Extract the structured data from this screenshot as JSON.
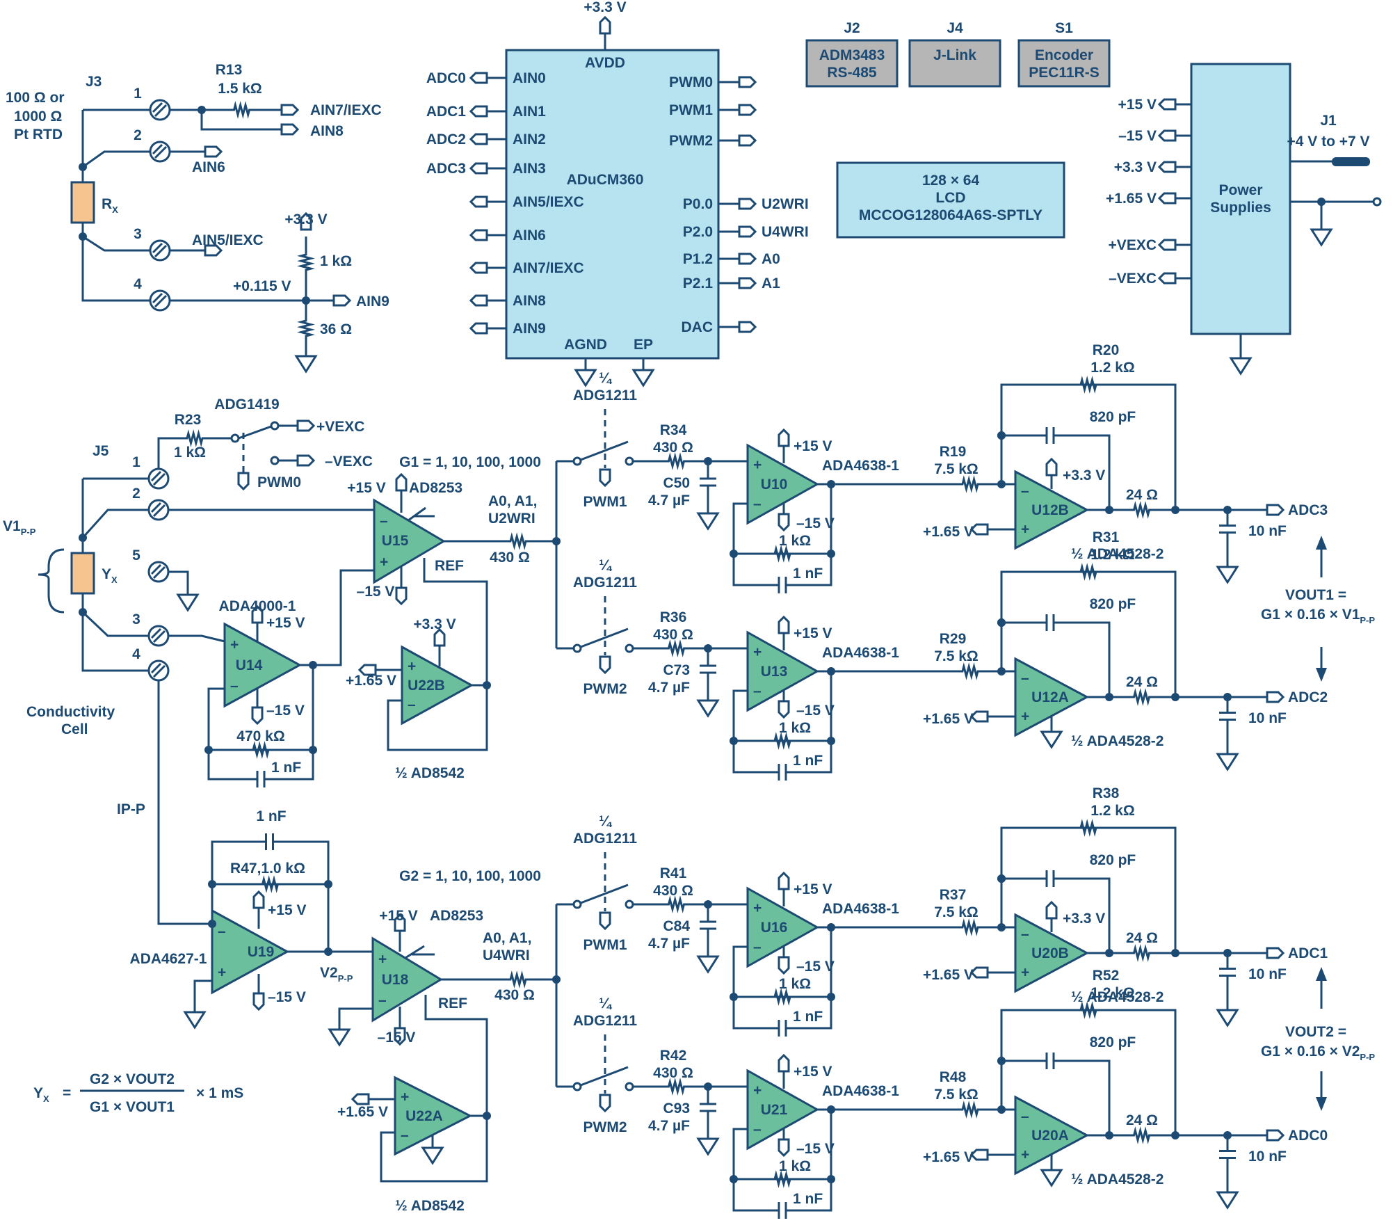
{
  "colors": {
    "wire": "#1c4a73",
    "block": "#b6e3ef",
    "opamp": "#6cbf9c",
    "sensor": "#f5c48f",
    "connector": "#b6b6b6"
  },
  "mcu": {
    "name": "ADuCM360",
    "avdd": "AVDD",
    "supply": "+3.3 V",
    "left_pins": [
      "AIN0",
      "AIN1",
      "AIN2",
      "AIN3",
      "AIN5/IEXC",
      "AIN6",
      "AIN7/IEXC",
      "AIN8",
      "AIN9"
    ],
    "left_nets": [
      "ADC0",
      "ADC1",
      "ADC2",
      "ADC3"
    ],
    "right_pins": [
      "PWM0",
      "PWM1",
      "PWM2",
      "P0.0",
      "P2.0",
      "P1.2",
      "P2.1",
      "DAC"
    ],
    "right_nets": [
      "U2WRI",
      "U4WRI",
      "A0",
      "A1"
    ],
    "bottom_pins": [
      "AGND",
      "EP"
    ]
  },
  "connectors": [
    {
      "ref": "J2",
      "line1": "ADM3483",
      "line2": "RS-485"
    },
    {
      "ref": "J4",
      "line1": "J-Link",
      "line2": ""
    },
    {
      "ref": "S1",
      "line1": "Encoder",
      "line2": "PEC11R-S"
    }
  ],
  "lcd": {
    "line1": "128 × 64",
    "line2": "LCD",
    "line3": "MCCOG128064A6S-SPTLY"
  },
  "power": {
    "title1": "Power",
    "title2": "Supplies",
    "rails": [
      "+15 V",
      "–15 V",
      "+3.3 V",
      "+1.65 V",
      "+VEXC",
      "–VEXC"
    ],
    "input_ref": "J1",
    "input_range": "+4 V to +7 V"
  },
  "rtd": {
    "connector": "J3",
    "sensor_line1": "100 Ω or",
    "sensor_line2": "1000 Ω",
    "sensor_line3": "Pt RTD",
    "rx_main": "R",
    "rx_sub": "X",
    "pins": [
      "1",
      "2",
      "3",
      "4"
    ],
    "r13_ref": "R13",
    "r13_val": "1.5 kΩ",
    "nets": [
      "AIN7/IEXC",
      "AIN8",
      "AIN6",
      "AIN5/IEXC",
      "AIN9"
    ],
    "div_supply": "+3.3 V",
    "div_top": "1 kΩ",
    "div_bottom": "36 Ω",
    "div_node": "+0.115 V"
  },
  "cell": {
    "connector": "J5",
    "pins": [
      "1",
      "2",
      "5",
      "3",
      "4"
    ],
    "yx_main": "Y",
    "yx_sub": "X",
    "v1_main": "V1",
    "v1_sub": "P-P",
    "label1": "Conductivity",
    "label2": "Cell",
    "ipp": "IP-P",
    "r23_ref": "R23",
    "r23_val": "1 kΩ",
    "switch": "ADG1419",
    "vexc_pos": "+VEXC",
    "vexc_neg": "–VEXC",
    "switch_ctl": "PWM0"
  },
  "voltage_chain": {
    "gain": "G1 = 1, 10, 100, 1000",
    "inamp": "U15",
    "inamp_part": "AD8253",
    "inamp_pos": "+15 V",
    "inamp_neg": "–15 V",
    "inamp_ctl1": "A0, A1,",
    "inamp_ctl2": "U2WRI",
    "ref": "REF",
    "r_out": "430 Ω",
    "buffer": "U14",
    "buffer_part": "ADA4000-1",
    "buffer_pos": "+15 V",
    "buffer_neg": "–15 V",
    "buffer_fb_r": "470 kΩ",
    "buffer_fb_c": "1 nF",
    "ref_amp": "U22B",
    "ref_supply": "+3.3 V",
    "ref_in": "+1.65 V",
    "ref_part": "½ AD8542"
  },
  "current_chain": {
    "gain": "G2 = 1, 10, 100, 1000",
    "tia": "U19",
    "tia_part": "ADA4627-1",
    "tia_pos": "+15 V",
    "tia_neg": "–15 V",
    "tia_fb_c": "1 nF",
    "tia_fb_r": "R47,1.0 kΩ",
    "v2_main": "V2",
    "v2_sub": "P-P",
    "inamp": "U18",
    "inamp_part": "AD8253",
    "inamp_pos": "+15 V",
    "inamp_neg": "–15 V",
    "inamp_ctl1": "A0, A1,",
    "inamp_ctl2": "U4WRI",
    "ref": "REF",
    "r_out": "430 Ω",
    "ref_amp": "U22A",
    "ref_in": "+1.65 V",
    "ref_part": "½ AD8542"
  },
  "channels": [
    {
      "switch_frac": "¼",
      "switch_part": "ADG1211",
      "switch_ctl": "PWM1",
      "r_in": "R34",
      "r_in_val": "430 Ω",
      "cap": "C50",
      "cap_val": "4.7 µF",
      "amp": "U10",
      "amp_part": "ADA4638-1",
      "amp_pos": "+15 V",
      "amp_neg": "–15 V",
      "fb_r": "1 kΩ",
      "fb_c": "1 nF",
      "r2": "R19",
      "r2_val": "7.5 kΩ",
      "rf": "R20",
      "rf_val": "1.2 kΩ",
      "cf_val": "820 pF",
      "drv": "U12B",
      "drv_part": "½ ADA4528-2",
      "drv_supply": "+3.3 V",
      "drv_ref": "+1.65 V",
      "r_out": "24 Ω",
      "c_out": "10 nF",
      "adc": "ADC3"
    },
    {
      "switch_frac": "¼",
      "switch_part": "ADG1211",
      "switch_ctl": "PWM2",
      "r_in": "R36",
      "r_in_val": "430 Ω",
      "cap": "C73",
      "cap_val": "4.7 µF",
      "amp": "U13",
      "amp_part": "ADA4638-1",
      "amp_pos": "+15 V",
      "amp_neg": "–15 V",
      "fb_r": "1 kΩ",
      "fb_c": "1 nF",
      "r2": "R29",
      "r2_val": "7.5 kΩ",
      "rf": "R31",
      "rf_val": "1.2 kΩ",
      "cf_val": "820 pF",
      "drv": "U12A",
      "drv_part": "½ ADA4528-2",
      "drv_supply": "",
      "drv_ref": "+1.65 V",
      "r_out": "24 Ω",
      "c_out": "10 nF",
      "adc": "ADC2"
    },
    {
      "switch_frac": "¼",
      "switch_part": "ADG1211",
      "switch_ctl": "PWM1",
      "r_in": "R41",
      "r_in_val": "430 Ω",
      "cap": "C84",
      "cap_val": "4.7 µF",
      "amp": "U16",
      "amp_part": "ADA4638-1",
      "amp_pos": "+15 V",
      "amp_neg": "–15 V",
      "fb_r": "1 kΩ",
      "fb_c": "1 nF",
      "r2": "R37",
      "r2_val": "7.5 kΩ",
      "rf": "R38",
      "rf_val": "1.2 kΩ",
      "cf_val": "820 pF",
      "drv": "U20B",
      "drv_part": "½ ADA4528-2",
      "drv_supply": "+3.3 V",
      "drv_ref": "+1.65 V",
      "r_out": "24 Ω",
      "c_out": "10 nF",
      "adc": "ADC1"
    },
    {
      "switch_frac": "¼",
      "switch_part": "ADG1211",
      "switch_ctl": "PWM2",
      "r_in": "R42",
      "r_in_val": "430 Ω",
      "cap": "C93",
      "cap_val": "4.7 µF",
      "amp": "U21",
      "amp_part": "ADA4638-1",
      "amp_pos": "+15 V",
      "amp_neg": "–15 V",
      "fb_r": "1 kΩ",
      "fb_c": "1 nF",
      "r2": "R48",
      "r2_val": "7.5 kΩ",
      "rf": "R52",
      "rf_val": "1.2 kΩ",
      "cf_val": "820 pF",
      "drv": "U20A",
      "drv_part": "½ ADA4528-2",
      "drv_supply": "",
      "drv_ref": "+1.65 V",
      "r_out": "24 Ω",
      "c_out": "10 nF",
      "adc": "ADC0"
    }
  ],
  "vout1": {
    "line1": "VOUT1 =",
    "line2_pre": "G1 × 0.16 × V1",
    "line2_sub": "P-P"
  },
  "vout2": {
    "line1": "VOUT2 =",
    "line2_pre": "G1 × 0.16 × V2",
    "line2_sub": "P-P"
  },
  "formula": {
    "lhs_main": "Y",
    "lhs_sub": "X",
    "eq": "=",
    "num": "G2 × VOUT2",
    "den": "G1 × VOUT1",
    "tail": "× 1 mS"
  }
}
